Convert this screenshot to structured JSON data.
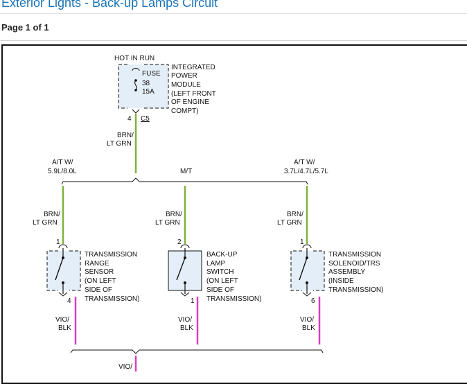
{
  "page": {
    "title": "Exterior Lights - Back-up Lamps Circuit",
    "page_info": "Page 1 of 1"
  },
  "colors": {
    "title": "#1a73b8",
    "wire_brn_lt_grn": "#7fb23a",
    "wire_vio_blk": "#d63fbf",
    "component_fill": "#e3eef8"
  },
  "diagram": {
    "hot_in_run": "HOT IN RUN",
    "fuse": {
      "label": "FUSE",
      "number": "38",
      "rating": "15A"
    },
    "module": {
      "lines": [
        "INTEGRATED",
        "POWER",
        "MODULE",
        "(LEFT FRONT",
        "OF ENGINE",
        "COMPT)"
      ]
    },
    "module_pin": "4",
    "module_connector": "C5",
    "supply_wire": [
      "BRN/",
      "LT GRN"
    ],
    "variant_left": [
      "A/T W/",
      "5.9L/8.0L"
    ],
    "variant_mid": "M/T",
    "variant_right": [
      "A/T W/",
      "3.7L/4.7L/5.7L"
    ],
    "branch_wire_left": [
      "BRN/",
      "LT GRN"
    ],
    "branch_wire_mid": [
      "BRN/",
      "LT GRN"
    ],
    "branch_wire_right": [
      "BRN/",
      "LT GRN"
    ],
    "sensor_left": {
      "pin_in": "1",
      "pin_out": "4",
      "lines": [
        "TRANSMISSION",
        "RANGE",
        "SENSOR",
        "(ON LEFT",
        "SIDE OF",
        "TRANSMISSION)"
      ]
    },
    "sensor_mid": {
      "pin_in": "2",
      "pin_out": "1",
      "lines": [
        "BACK-UP",
        "LAMP",
        "SWITCH",
        "(ON LEFT",
        "SIDE OF",
        "TRANSMISSION)"
      ]
    },
    "sensor_right": {
      "pin_in": "1",
      "pin_out": "6",
      "lines": [
        "TRANSMISSION",
        "SOLENOID/TRS",
        "ASSEMBLY",
        "(INSIDE",
        "TRANSMISSION)"
      ]
    },
    "out_wire_left": [
      "VIO/",
      "BLK"
    ],
    "out_wire_mid": [
      "VIO/",
      "BLK"
    ],
    "out_wire_right": [
      "VIO/",
      "BLK"
    ],
    "bottom_wire_partial": "VIO/"
  }
}
